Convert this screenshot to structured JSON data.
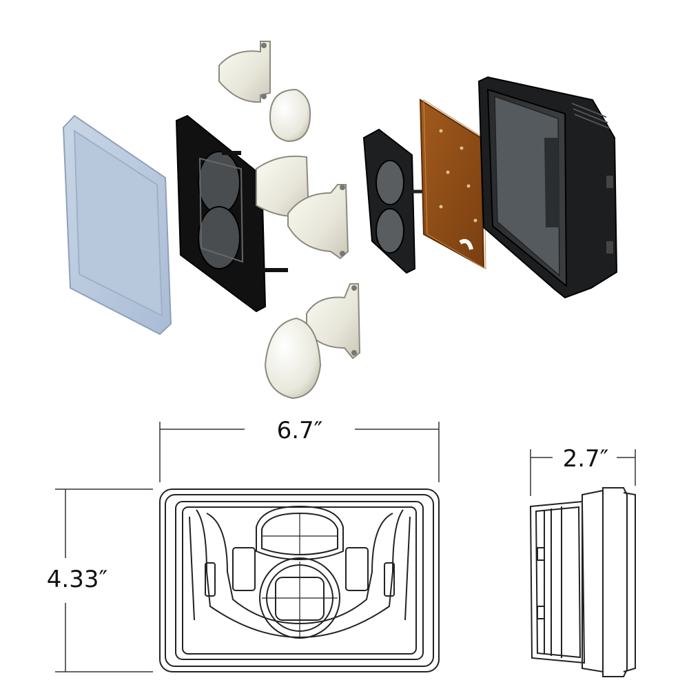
{
  "dimensions": {
    "width_label": "6.7″",
    "height_label": "4.33″",
    "depth_label": "2.7″"
  }
}
